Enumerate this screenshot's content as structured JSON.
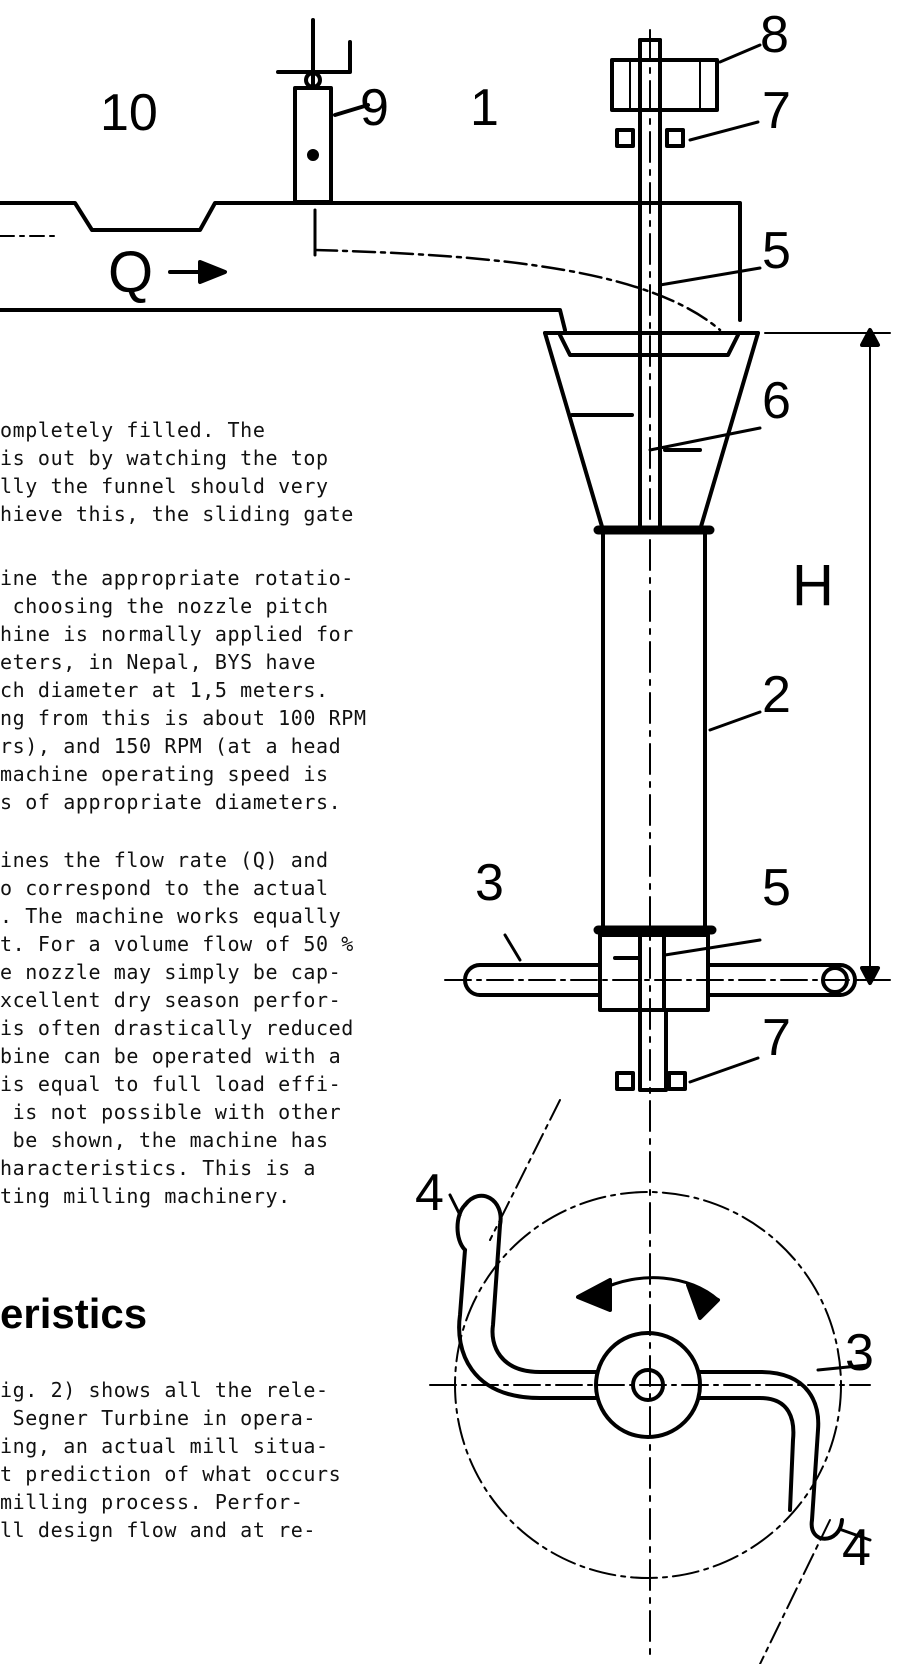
{
  "figure": {
    "labels": {
      "l1": "1",
      "l2": "2",
      "l3_top": "3",
      "l3_bottom": "3",
      "l4_left": "4",
      "l4_right": "4",
      "l5_top": "5",
      "l5_bottom": "5",
      "l6": "6",
      "l7_top": "7",
      "l7_bottom": "7",
      "l8": "8",
      "l9": "9",
      "l10": "10",
      "flow": "Q",
      "head": "H"
    }
  },
  "text": {
    "para1": [
      "ompletely filled. The",
      "is out by watching the top",
      "lly the funnel should very",
      "hieve this, the sliding gate"
    ],
    "para2": [
      "ine the appropriate rotatio-",
      " choosing the nozzle pitch",
      "hine is normally applied for",
      "eters, in Nepal, BYS have",
      "ch diameter at 1,5 meters.",
      "ng from this is about 100 RPM",
      "rs), and 150 RPM (at a head",
      "machine operating speed is",
      "s of appropriate diameters."
    ],
    "para3": [
      "ines the flow rate (Q) and",
      "o correspond to the actual",
      ". The machine works equally",
      "t. For a volume flow of 50 %",
      "e nozzle may simply be cap-",
      "xcellent dry season perfor-",
      "is often drastically reduced",
      "bine can be operated with a",
      "is equal to full load effi-",
      " is not possible with other",
      " be shown, the machine has",
      "haracteristics. This is a",
      "ting milling machinery."
    ],
    "heading": "eristics",
    "para4": [
      "ig. 2) shows all the rele-",
      " Segner Turbine in opera-",
      "ing, an actual mill situa-",
      "t prediction of what occurs",
      "milling process. Perfor-",
      "ll design flow and at re-"
    ]
  }
}
